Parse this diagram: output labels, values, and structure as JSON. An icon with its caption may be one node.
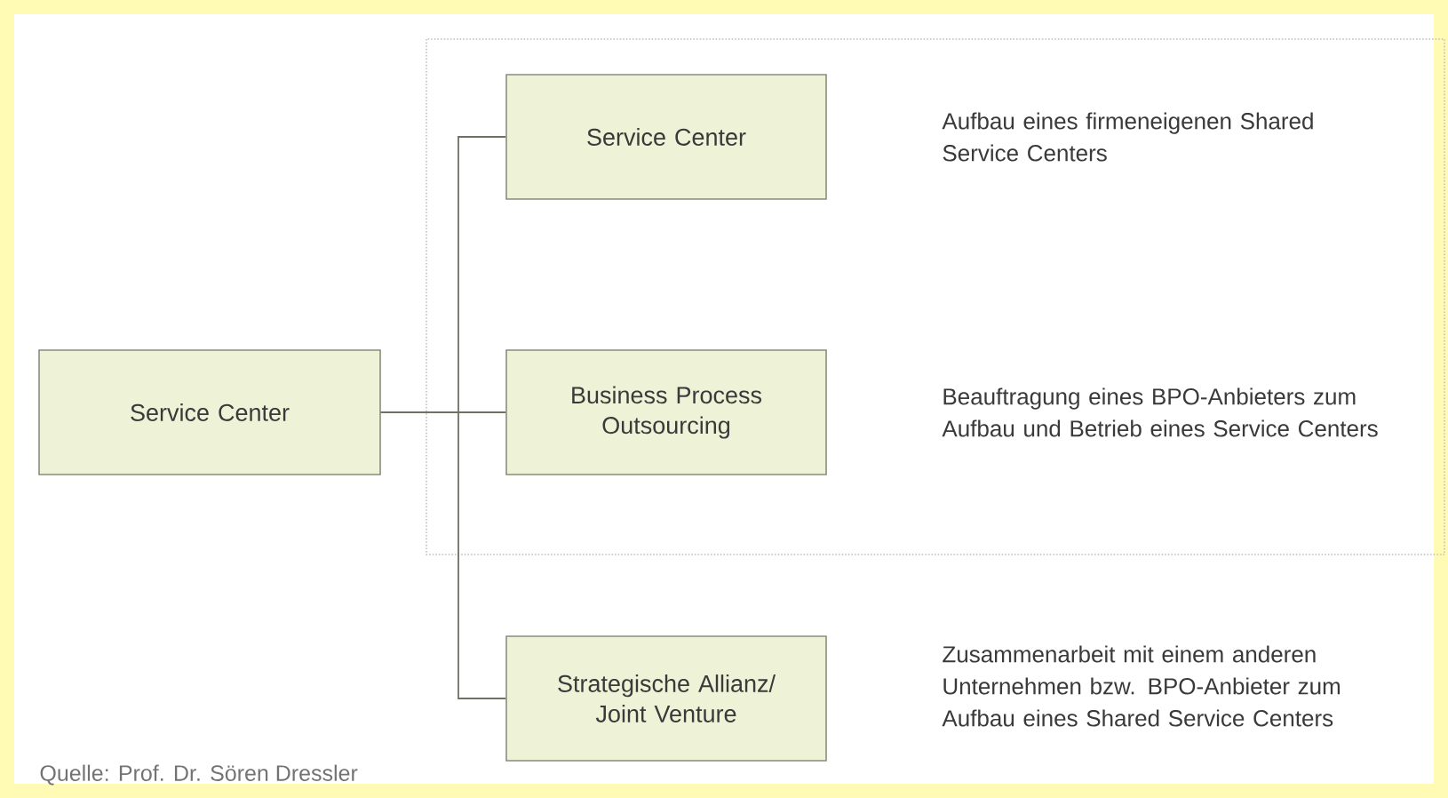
{
  "diagram": {
    "nodes": [
      {
        "text": [
          "Service Center"
        ]
      },
      {
        "text": [
          "Service Center"
        ]
      },
      {
        "text": [
          "Business Process Outsourcing"
        ]
      },
      {
        "text": [
          "Strategische Allianz/ Joint Venture"
        ]
      }
    ],
    "edges": [
      {
        "from": 0,
        "to": 1,
        "arrow": "none"
      },
      {
        "from": 0,
        "to": 2,
        "arrow": "none"
      },
      {
        "from": 0,
        "to": 3,
        "arrow": "none"
      }
    ],
    "labels": [
      "Aufbau eines firmeneigenen Shared Service Centers",
      "Beauftragung eines BPO-Anbieters zum Aufbau und Betrieb eines Service Centers",
      "Zusammenarbeit mit einem anderen Unternehmen bzw. BPO-Anbieter zum Aufbau eines Shared Service Centers",
      "Quelle: Prof. Dr. Sören Dressler"
    ]
  }
}
